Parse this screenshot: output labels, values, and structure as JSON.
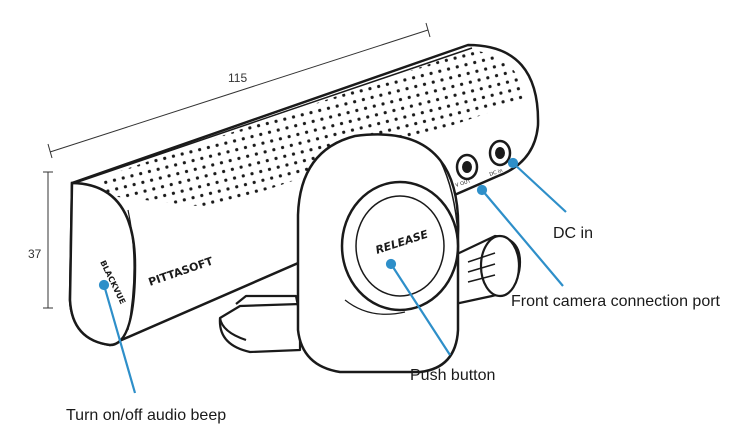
{
  "dimensions": {
    "width": "115",
    "height": "37"
  },
  "device": {
    "brand_logo": "PITTASOFT",
    "side_logo": "BLACKVUE",
    "button_label": "RELEASE",
    "port_v_label": "V OUT",
    "port_dc_label": "DC in"
  },
  "callouts": {
    "dc_in": "DC in",
    "front_camera_port": "Front camera connection port",
    "push_button": "Push button",
    "audio_beep": "Turn on/off audio beep"
  },
  "colors": {
    "callout_line": "#2e8fc9",
    "outline": "#1a1a1a"
  }
}
